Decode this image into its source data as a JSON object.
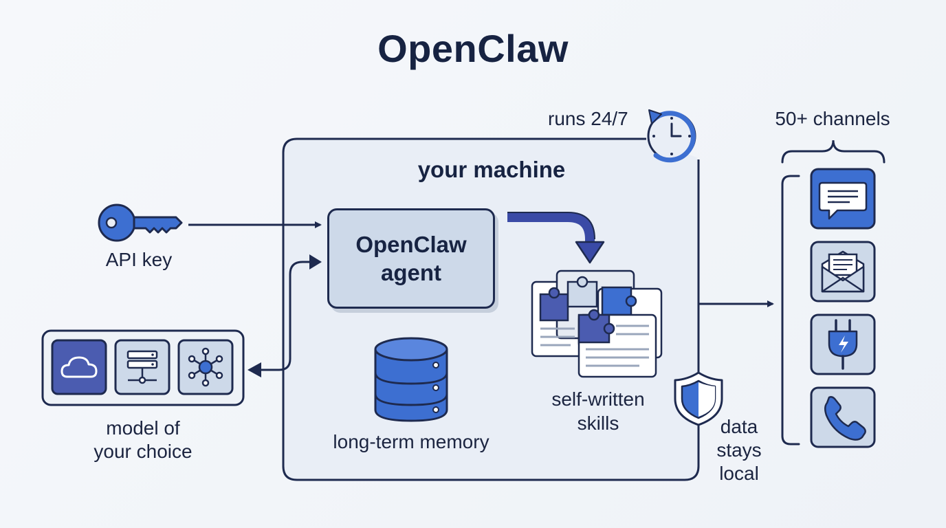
{
  "title": "OpenClaw",
  "machine": {
    "label": "your machine"
  },
  "agent": {
    "line1": "OpenClaw",
    "line2": "agent"
  },
  "api_key": {
    "label": "API key",
    "icon": "key-icon"
  },
  "models": {
    "label_line1": "model of",
    "label_line2": "your choice",
    "icons": [
      "cloud-icon",
      "server-icon",
      "network-icon"
    ]
  },
  "memory": {
    "label": "long-term memory",
    "icon": "database-icon"
  },
  "skills": {
    "label_line1": "self-written",
    "label_line2": "skills",
    "icon": "puzzle-icon"
  },
  "runs": {
    "label": "runs 24/7",
    "icon": "clock-icon"
  },
  "privacy": {
    "label_line1": "data",
    "label_line2": "stays",
    "label_line3": "local",
    "icon": "shield-icon"
  },
  "channels": {
    "label": "50+ channels",
    "icons": [
      "chat-icon",
      "mail-icon",
      "plug-icon",
      "phone-icon"
    ]
  },
  "colors": {
    "navy": "#1e2a4f",
    "blue": "#3d6fd1",
    "indigo": "#4b5cb0",
    "light": "#cdd9e9"
  }
}
